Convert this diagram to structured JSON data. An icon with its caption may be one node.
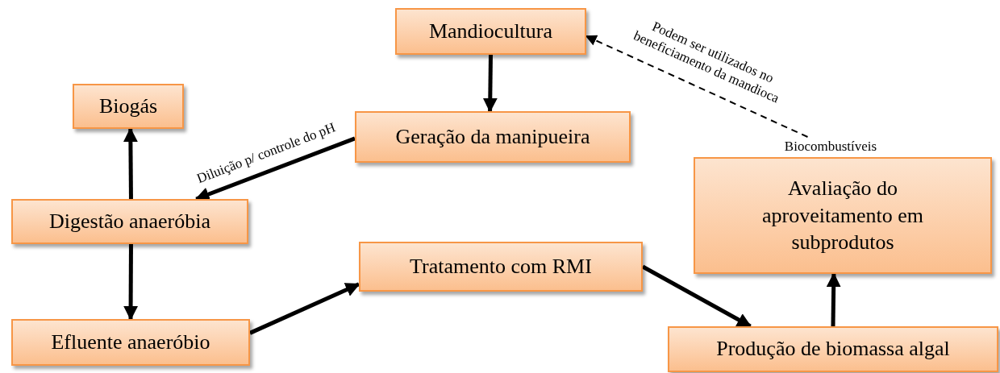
{
  "diagram": {
    "nodes": [
      {
        "text": [
          "Mandiocultura"
        ]
      },
      {
        "text": [
          "Geração da manipueira"
        ]
      },
      {
        "text": [
          "Biogás"
        ]
      },
      {
        "text": [
          "Digestão anaeróbia"
        ]
      },
      {
        "text": [
          "Efluente anaeróbio"
        ]
      },
      {
        "text": [
          "Tratamento com RMI"
        ]
      },
      {
        "text": [
          "Avaliação do aproveitamento em subprodutos"
        ]
      },
      {
        "text": [
          "Produção de biomassa algal"
        ]
      },
      {
        "text": [
          "Biocombustíveis"
        ]
      }
    ],
    "edges": [
      {
        "from": 0,
        "to": 1,
        "arrow": "to"
      },
      {
        "from": 1,
        "to": 3,
        "arrow": "to",
        "label": "Diluição p/ controle do pH"
      },
      {
        "from": 3,
        "to": 2,
        "arrow": "to"
      },
      {
        "from": 3,
        "to": 4,
        "arrow": "to"
      },
      {
        "from": 4,
        "to": 5,
        "arrow": "to"
      },
      {
        "from": 5,
        "to": 7,
        "arrow": "to"
      },
      {
        "from": 7,
        "to": 6,
        "arrow": "to"
      },
      {
        "from": 8,
        "to": 0,
        "arrow": "to",
        "style": "dashed",
        "label": "Podem ser utilizados no beneficiamento da mandioca"
      }
    ]
  }
}
